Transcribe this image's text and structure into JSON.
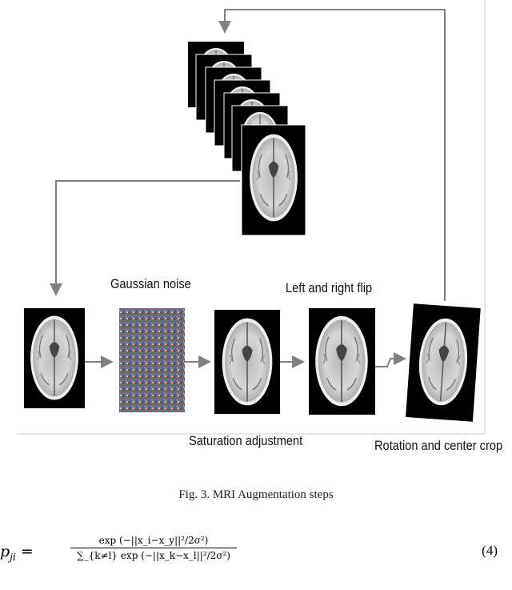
{
  "figure": {
    "labels": {
      "gaussian_noise": "Gaussian noise",
      "left_right_flip": "Left and right flip",
      "saturation": "Saturation adjustment",
      "rotation": "Rotation and center crop"
    },
    "caption": "Fig. 3. MRI Augmentation steps",
    "colors": {
      "arrow": "#808080",
      "frame": "#000000",
      "brain": "#cfcfcf"
    }
  },
  "equation": {
    "lhs": "p",
    "lhs_sub": "ji",
    "eq_sign": " =",
    "numerator": "exp (−||x_i−x_y||²/2σ²)",
    "denominator": "∑_{k≠l} exp (−||x_k−x_l||²/2σ²)",
    "number": "(4)"
  }
}
